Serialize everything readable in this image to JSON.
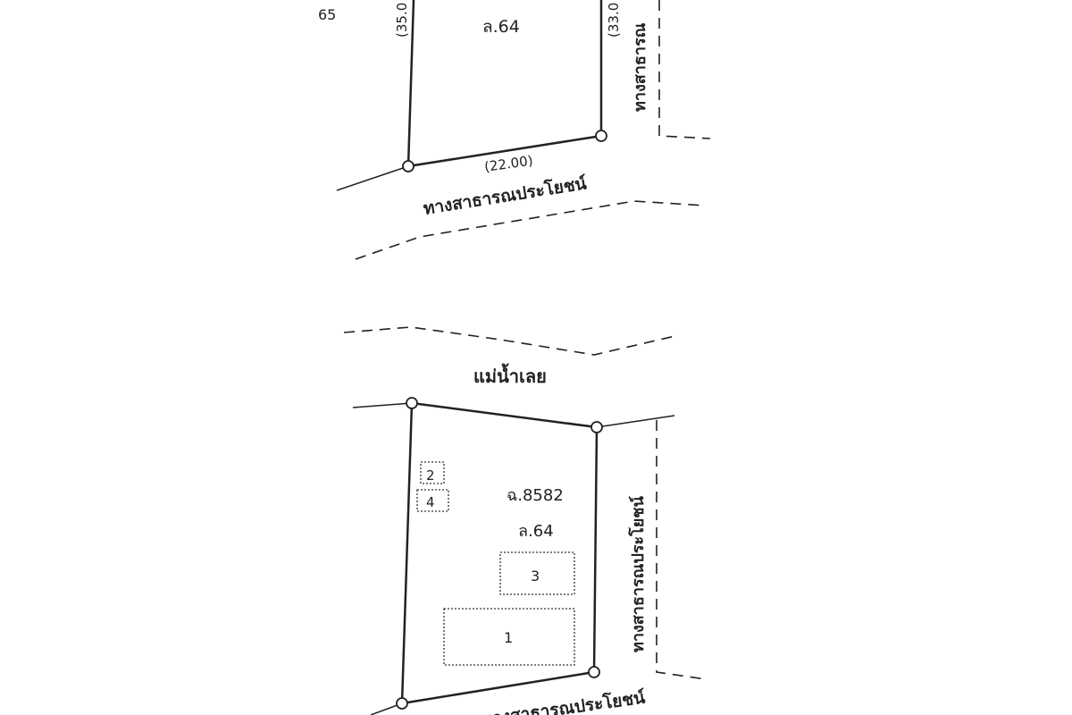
{
  "top_parcel": {
    "neighbor_number": "65",
    "sheet_label": "ล.64",
    "left_length": "(35.0",
    "right_length": "(33.0",
    "bottom_length": "(22.00)",
    "south_road_label": "ทางสาธารณประโยชน์",
    "east_road_label": "ทางสาธารณ"
  },
  "river": {
    "label": "แม่น้ำเลย"
  },
  "bottom_parcel": {
    "deed_label": "ฉ.8582",
    "sheet_label": "ล.64",
    "east_road_label": "ทางสาธารณประโยชน์",
    "south_road_label": "ทางสาธารณประโยชน์",
    "buildings": [
      "1",
      "2",
      "3",
      "4"
    ]
  }
}
